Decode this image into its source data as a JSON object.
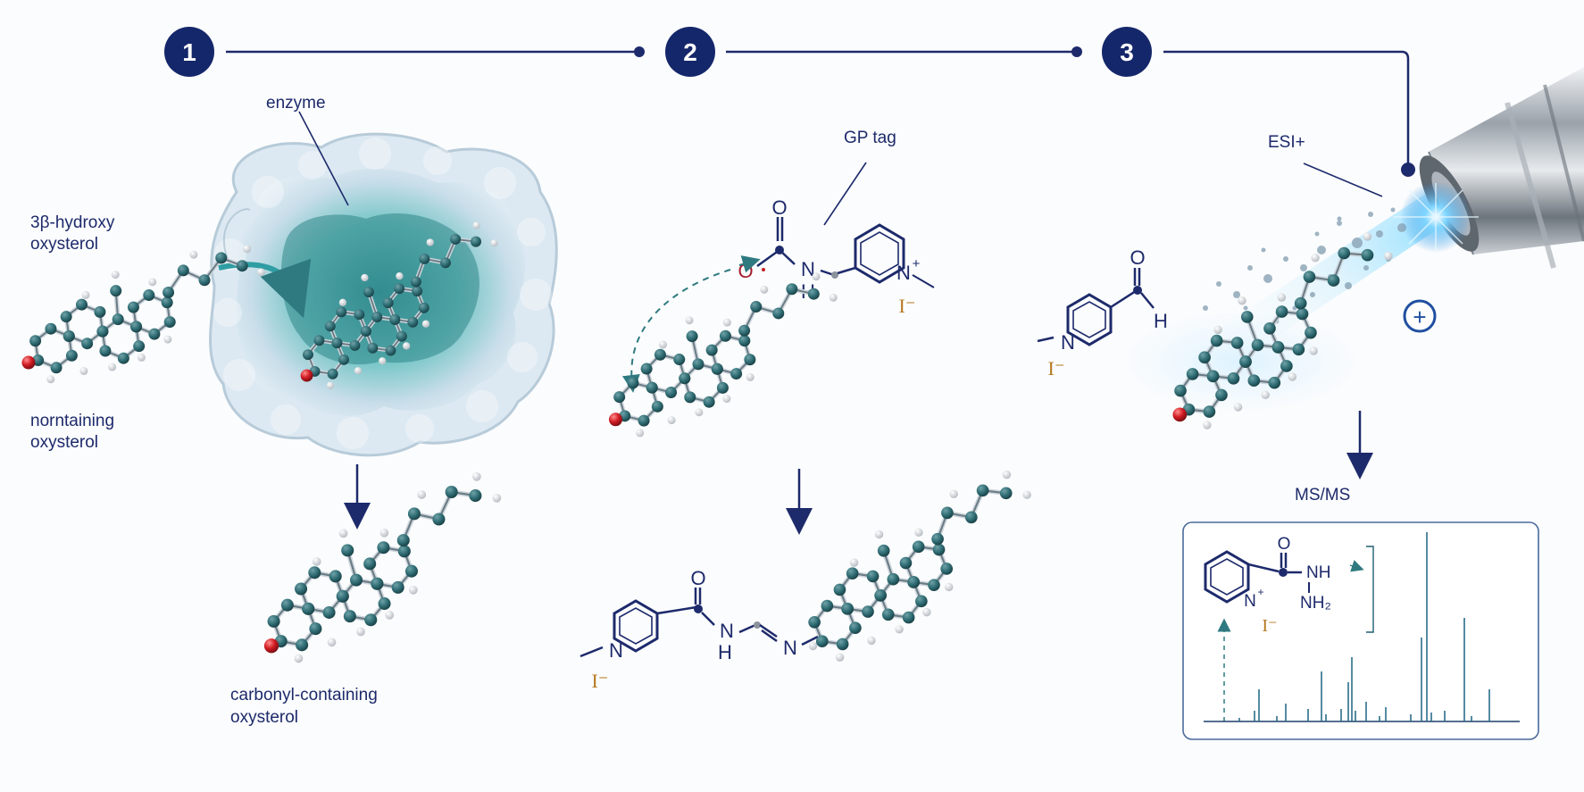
{
  "steps": [
    {
      "number": "1"
    },
    {
      "number": "2"
    },
    {
      "number": "3"
    }
  ],
  "step1": {
    "enzyme_label": "enzyme",
    "substrate_label_line1": "3β-hydroxy",
    "substrate_label_line2": "oxysterol",
    "side_label_line1": "norntaining",
    "side_label_line2": "oxysterol",
    "product_label_line1": "carbonyl-containing",
    "product_label_line2": "oxysterol"
  },
  "step2": {
    "tag_label": "GP tag",
    "atoms": {
      "oxygen": "O",
      "oxygen_anion": "O",
      "nh": "N",
      "h": "H",
      "pyridinium_n": "N",
      "plus": "+",
      "iodide": "I⁻",
      "imine_n": "N"
    }
  },
  "step3": {
    "esi_label": "ESI+",
    "msms_label": "MS/MS",
    "atoms": {
      "oxygen": "O",
      "n": "N",
      "h": "H",
      "iodide": "I⁻",
      "nh": "NH",
      "nh2": "NH₂",
      "plus": "+"
    },
    "positive_ion_symbol": "+"
  },
  "colors": {
    "navy": "#1d2a6b",
    "teal": "#2e6d73",
    "carbonyl_red": "#c41e24",
    "iodide": "#b5781e",
    "steel": "#8b939c"
  }
}
